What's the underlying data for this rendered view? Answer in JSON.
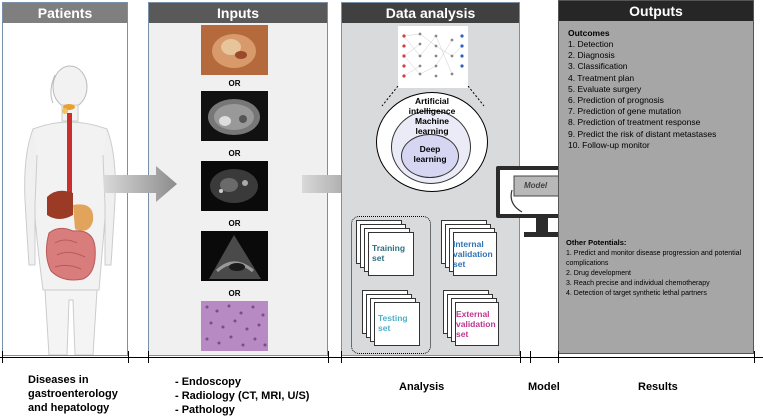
{
  "panels": {
    "patients": "Patients",
    "inputs": "Inputs",
    "analysis": "Data analysis",
    "outputs": "Outputs"
  },
  "inputs": {
    "or_label": "OR"
  },
  "analysis": {
    "ai_label": "Artificial intelligence",
    "ml_label": "Machine learning",
    "dl_label": "Deep learning",
    "training": "Training set",
    "testing": "Testing set",
    "internal": "Internal validation set",
    "external": "External validation set",
    "colors": {
      "training": "#2e6e80",
      "testing": "#4fb0c8",
      "internal": "#2e74b5",
      "external": "#c0348f"
    }
  },
  "model": {
    "label": "Model"
  },
  "outputs": {
    "outcomes_title": "Outcomes",
    "outcomes": [
      "1. Detection",
      "2. Diagnosis",
      "3. Classification",
      "4. Treatment plan",
      "5. Evaluate surgery",
      "6. Prediction of prognosis",
      "7. Prediction of gene mutation",
      "8. Prediction of treatment response",
      "9. Predict the risk of distant metastases",
      "10. Follow-up monitor"
    ],
    "other_title": "Other Potentials:",
    "other": [
      "1. Predict and monitor disease progression and potential complications",
      "2. Drug development",
      "3. Reach precise and individual chemotherapy",
      "4. Detection of target synthetic lethal partners"
    ]
  },
  "bottom": {
    "diseases": [
      "Diseases in",
      "gastroenterology",
      "and hepatology"
    ],
    "inputs": [
      "- Endoscopy",
      "- Radiology (CT, MRI, U/S)",
      "- Pathology"
    ],
    "analysis": "Analysis",
    "model": "Model",
    "results": "Results"
  }
}
